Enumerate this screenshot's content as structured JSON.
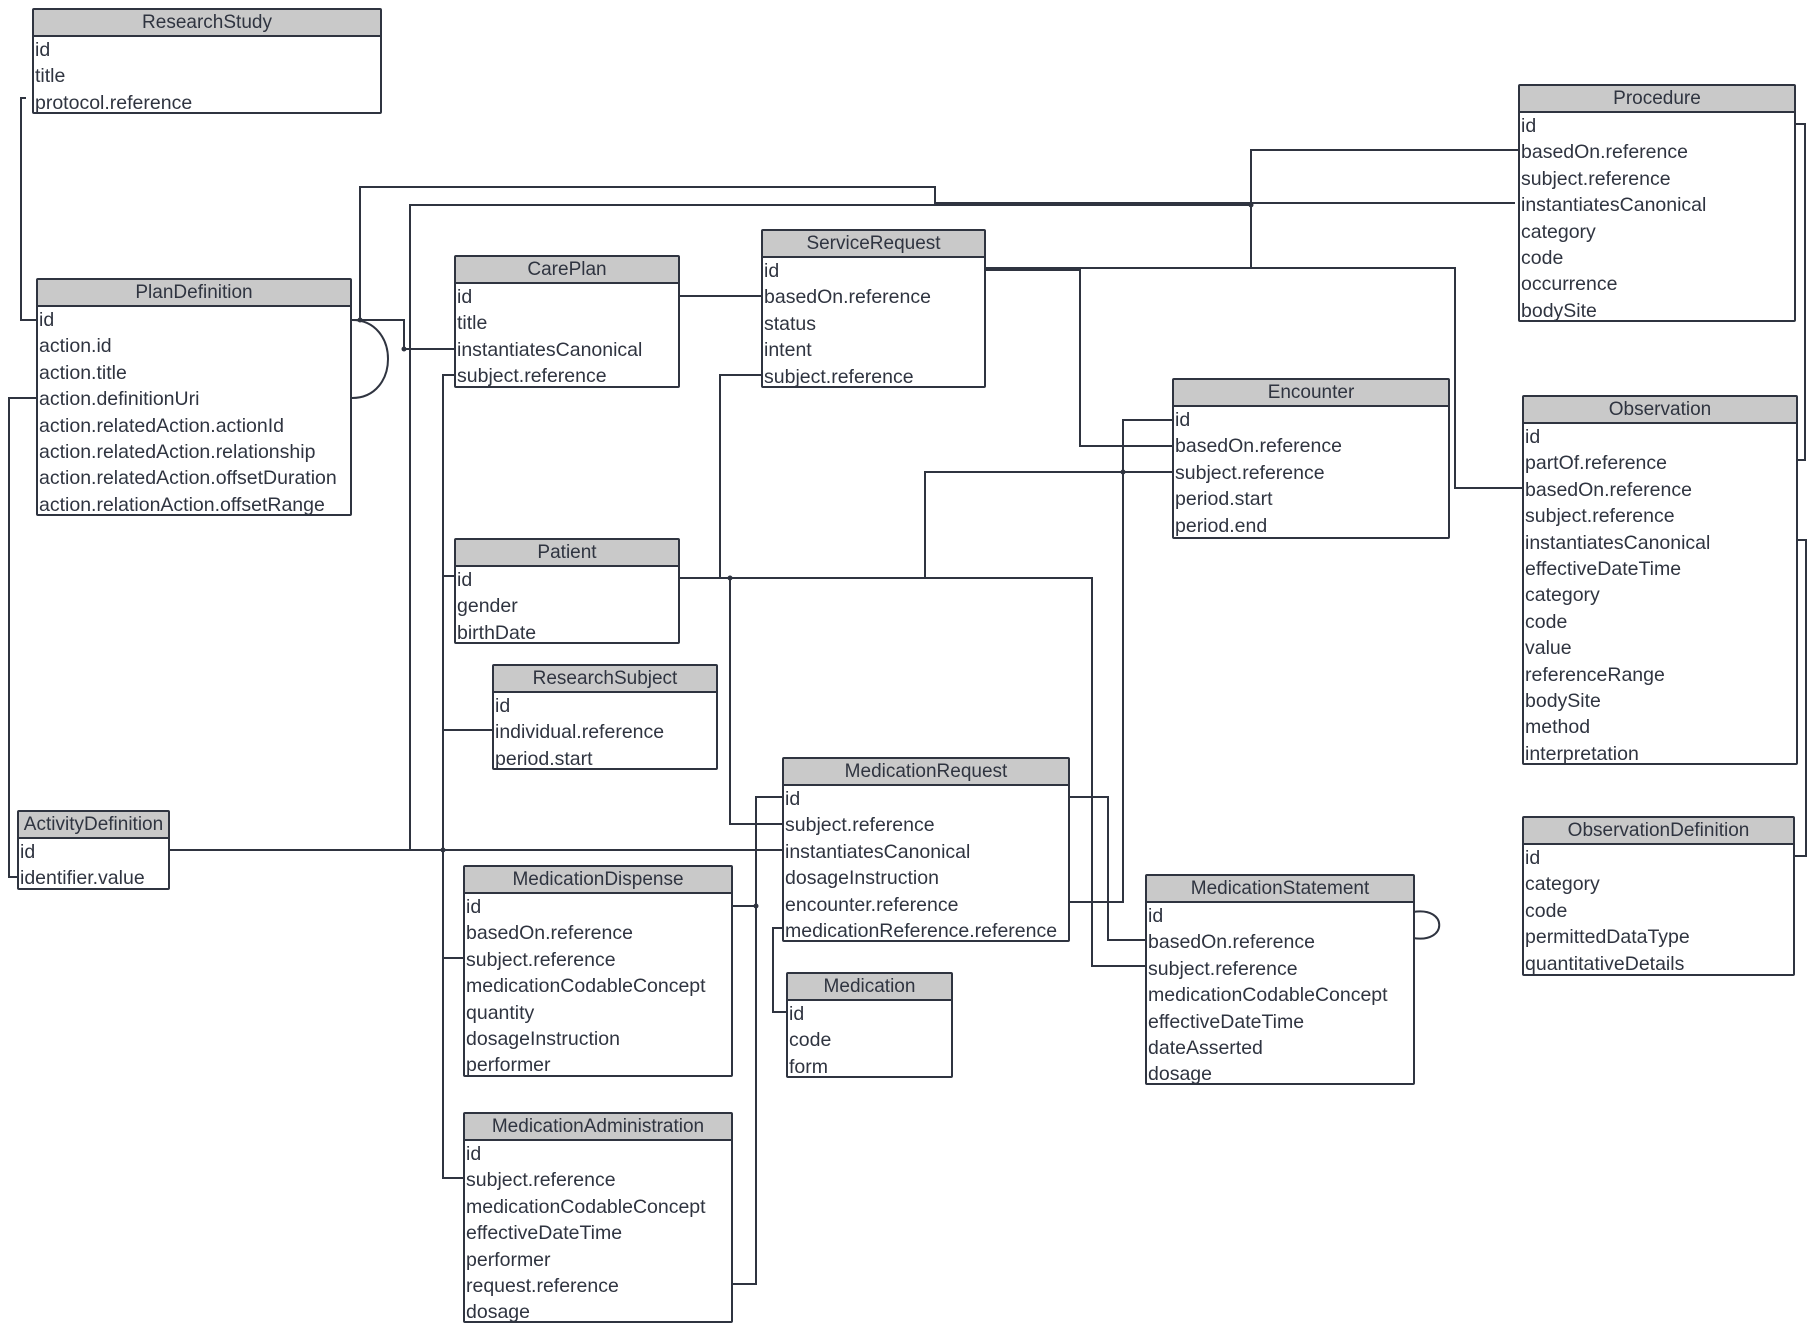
{
  "diagram": {
    "colors": {
      "line": "#2f3440",
      "header_fill": "#c9c9c9",
      "text": "#2f3440",
      "background": "#ffffff"
    },
    "entities": [
      {
        "key": "research-study",
        "name": "ResearchStudy",
        "fields": [
          "id",
          "title",
          "protocol.reference"
        ]
      },
      {
        "key": "plan-definition",
        "name": "PlanDefinition",
        "fields": [
          "id",
          "action.id",
          "action.title",
          "action.definitionUri",
          "action.relatedAction.actionId",
          "action.relatedAction.relationship",
          "action.relatedAction.offsetDuration",
          "action.relationAction.offsetRange"
        ]
      },
      {
        "key": "care-plan",
        "name": "CarePlan",
        "fields": [
          "id",
          "title",
          "instantiatesCanonical",
          "subject.reference"
        ]
      },
      {
        "key": "service-request",
        "name": "ServiceRequest",
        "fields": [
          "id",
          "basedOn.reference",
          "status",
          "intent",
          "subject.reference"
        ]
      },
      {
        "key": "procedure",
        "name": "Procedure",
        "fields": [
          "id",
          "basedOn.reference",
          "subject.reference",
          "instantiatesCanonical",
          "category",
          "code",
          "occurrence",
          "bodySite"
        ]
      },
      {
        "key": "encounter",
        "name": "Encounter",
        "fields": [
          "id",
          "basedOn.reference",
          "subject.reference",
          "period.start",
          "period.end"
        ]
      },
      {
        "key": "observation",
        "name": "Observation",
        "fields": [
          "id",
          "partOf.reference",
          "basedOn.reference",
          "subject.reference",
          "instantiatesCanonical",
          "effectiveDateTime",
          "category",
          "code",
          "value",
          "referenceRange",
          "bodySite",
          "method",
          "interpretation"
        ]
      },
      {
        "key": "patient",
        "name": "Patient",
        "fields": [
          "id",
          "gender",
          "birthDate"
        ]
      },
      {
        "key": "research-subject",
        "name": "ResearchSubject",
        "fields": [
          "id",
          "individual.reference",
          "period.start"
        ]
      },
      {
        "key": "medication-request",
        "name": "MedicationRequest",
        "fields": [
          "id",
          "subject.reference",
          "instantiatesCanonical",
          "dosageInstruction",
          "encounter.reference",
          "medicationReference.reference"
        ]
      },
      {
        "key": "activity-definition",
        "name": "ActivityDefinition",
        "fields": [
          "id",
          "identifier.value"
        ]
      },
      {
        "key": "medication-dispense",
        "name": "MedicationDispense",
        "fields": [
          "id",
          "basedOn.reference",
          "subject.reference",
          "medicationCodableConcept",
          "quantity",
          "dosageInstruction",
          "performer"
        ]
      },
      {
        "key": "medication",
        "name": "Medication",
        "fields": [
          "id",
          "code",
          "form"
        ]
      },
      {
        "key": "medication-statement",
        "name": "MedicationStatement",
        "fields": [
          "id",
          "basedOn.reference",
          "subject.reference",
          "medicationCodableConcept",
          "effectiveDateTime",
          "dateAsserted",
          "dosage"
        ]
      },
      {
        "key": "observation-definition",
        "name": "ObservationDefinition",
        "fields": [
          "id",
          "category",
          "code",
          "permittedDataType",
          "quantitativeDetails"
        ]
      },
      {
        "key": "medication-administration",
        "name": "MedicationAdministration",
        "fields": [
          "id",
          "subject.reference",
          "medicationCodableConcept",
          "effectiveDateTime",
          "performer",
          "request.reference",
          "dosage"
        ]
      }
    ]
  }
}
